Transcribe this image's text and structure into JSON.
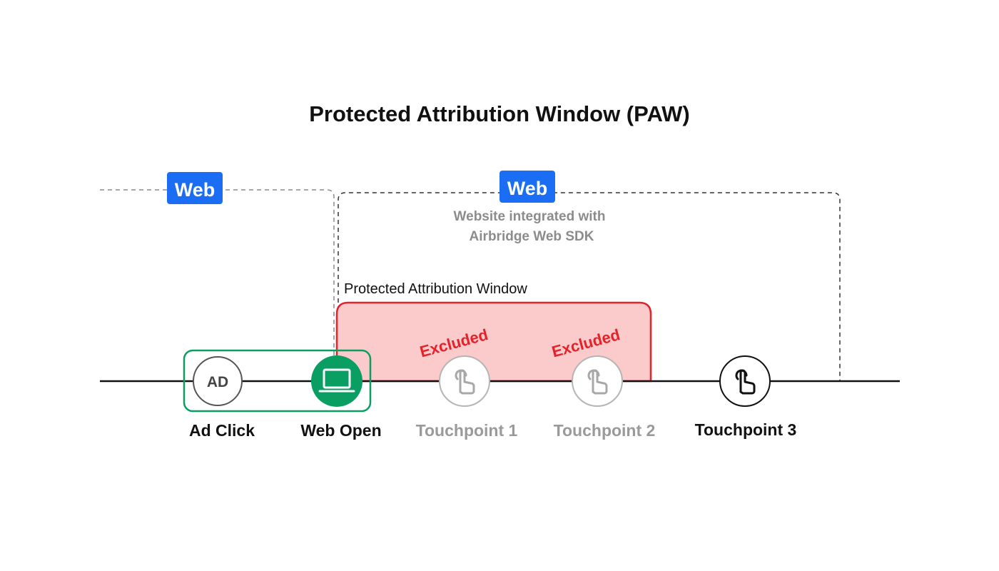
{
  "title": "Protected Attribution Window (PAW)",
  "web_badges": [
    "Web",
    "Web"
  ],
  "sdk_note": [
    "Website integrated with",
    "Airbridge Web SDK"
  ],
  "paw": {
    "label": "Protected Attribution Window",
    "excluded_labels": [
      "Excluded",
      "Excluded"
    ]
  },
  "nodes": [
    {
      "label": "Ad Click",
      "icon": "ad-icon",
      "icon_text": "AD",
      "status": "included"
    },
    {
      "label": "Web Open",
      "icon": "laptop-icon",
      "status": "included"
    },
    {
      "label": "Touchpoint 1",
      "icon": "tap-hand-icon",
      "status": "excluded"
    },
    {
      "label": "Touchpoint 2",
      "icon": "tap-hand-icon",
      "status": "excluded"
    },
    {
      "label": "Touchpoint 3",
      "icon": "tap-hand-icon",
      "status": "included"
    }
  ],
  "colors": {
    "web_badge": "#1b6ef3",
    "paw_fill": "#fbcaca",
    "paw_border": "#e5222a",
    "group_border": "#0a9e63",
    "web_open_fill": "#0a9e63",
    "timeline": "#111111",
    "excluded_text": "#e5222a",
    "muted_text": "#9a9a9a"
  }
}
